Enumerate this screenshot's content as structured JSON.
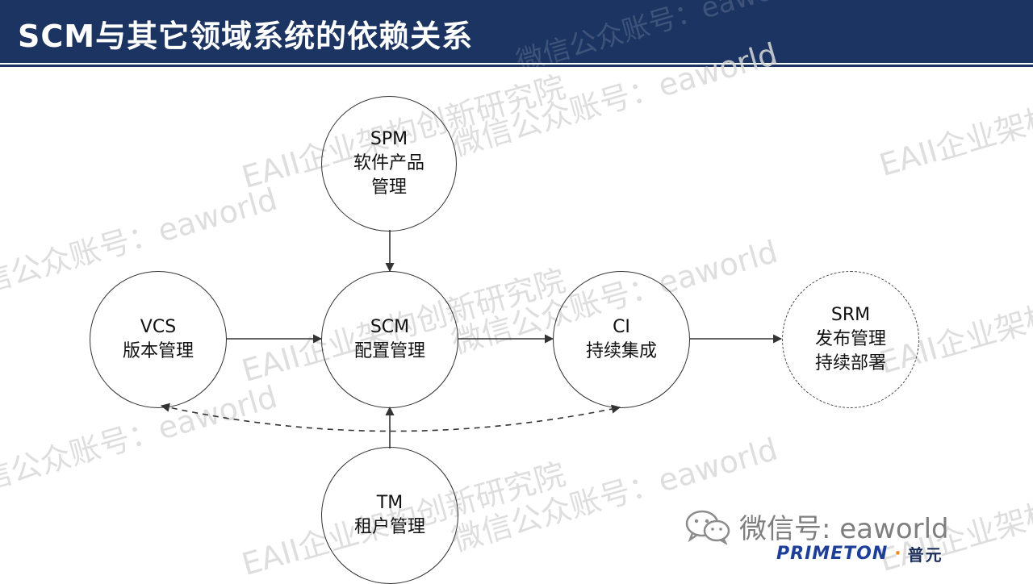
{
  "title": "SCM与其它领域系统的依赖关系",
  "watermarks": {
    "a": "EAII企业架构创新研究院",
    "b": "微信公众账号：eaworld"
  },
  "nodes": {
    "spm": {
      "abbr": "SPM",
      "line1": "软件产品",
      "line2": "管理"
    },
    "vcs": {
      "abbr": "VCS",
      "line1": "版本管理"
    },
    "scm": {
      "abbr": "SCM",
      "line1": "配置管理"
    },
    "ci": {
      "abbr": "CI",
      "line1": "持续集成"
    },
    "srm": {
      "abbr": "SRM",
      "line1": "发布管理",
      "line2": "持续部署"
    },
    "tm": {
      "abbr": "TM",
      "line1": "租户管理"
    }
  },
  "footer": {
    "wechat": "微信号: eaworld",
    "logo_en": "PRIMETON",
    "logo_dot": "·",
    "logo_cn": "普元"
  },
  "colors": {
    "title_bar": "#1c3462",
    "edge": "#333333",
    "logo_blue": "#1d3f99",
    "logo_orange": "#f08a00"
  }
}
